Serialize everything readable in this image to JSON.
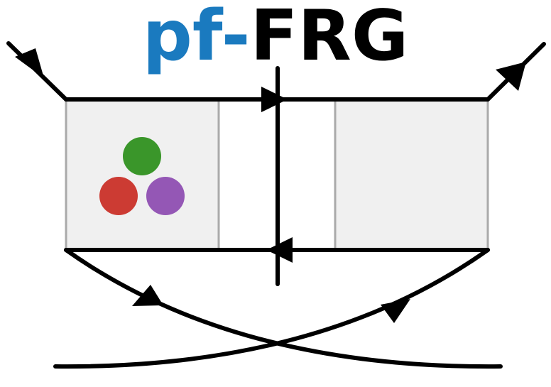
{
  "title": {
    "prefix": "pf-",
    "main": "FRG"
  },
  "colors": {
    "prefix": "#1a7abf",
    "main": "#000000",
    "line": "#000000",
    "box_fill": "#f0f0f0",
    "box_edge": "#aaaaaa",
    "dot_green": "#3a962a",
    "dot_red": "#cc3b33",
    "dot_purple": "#9457b5"
  },
  "icons": [
    "feynman-diagram",
    "three-dots-icon"
  ]
}
